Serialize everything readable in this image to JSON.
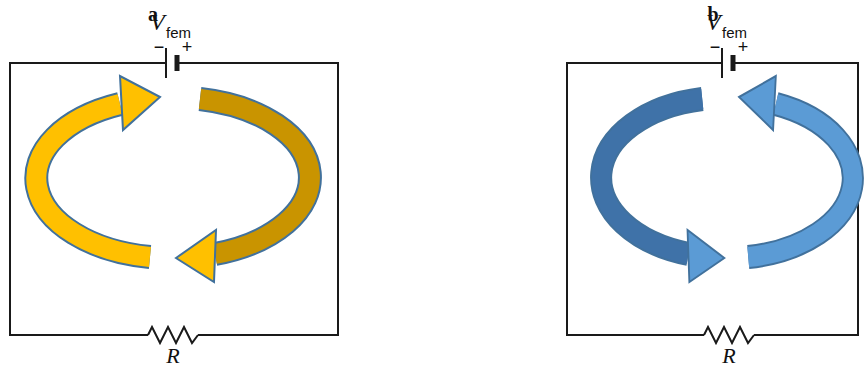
{
  "diagram": {
    "labels": [
      "a",
      "b",
      "V",
      "fem",
      "−",
      "+",
      "R",
      "V",
      "fem",
      "−",
      "+",
      "R"
    ]
  }
}
